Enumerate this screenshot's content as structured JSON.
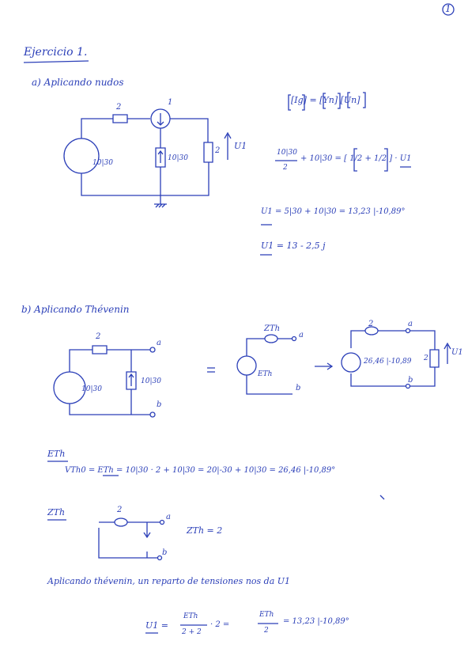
{
  "page": {
    "number": "1"
  },
  "heading": "Ejercicio 1.",
  "part_a": {
    "title": "a) Aplicando nudos",
    "circuit": {
      "r_series": "2",
      "node": "1",
      "source": "10|30",
      "current_source": "10|30",
      "r_shunt": "2",
      "voltage": "U1"
    },
    "matrix_eq": "[Ig] = [Yn] [Un]",
    "eq1_num": "10|30",
    "eq1_den": "2",
    "eq1_rest": "+ 10|30  =  [ 1/2 + 1/2 ] · U1",
    "eq2": "U1 = 5|30 + 10|30 = 13,23 |-10,89°",
    "eq3": "U1 = 13 - 2,5 j"
  },
  "part_b": {
    "title": "b) Aplicando Thévenin",
    "circuit": {
      "r_series": "2",
      "source": "10|30",
      "current_source": "10|30",
      "a": "a",
      "b": "b"
    },
    "equals": "=",
    "thev1": {
      "z": "ZTh",
      "e": "ETh",
      "a": "a",
      "b": "b"
    },
    "arrow": "→",
    "thev2": {
      "r_top": "2",
      "e": "26,46 |-10,89",
      "r_load": "2",
      "voltage": "U1",
      "a": "a",
      "b": "b"
    },
    "eth_label": "ETh",
    "eth_eq": "VTh0 = ETh = 10|30 · 2 + 10|30 = 20|-30 + 10|30 = 26,46 |-10,89°",
    "zth_label": "ZTh",
    "zth_circ": {
      "r": "2",
      "a": "a",
      "b": "b"
    },
    "zth_eq": "ZTh = 2",
    "conclusion": "Aplicando thévenin, un reparto de tensiones nos da U1",
    "final_lhs": "U1 =",
    "final_frac1_num": "ETh",
    "final_frac1_den": "2 + 2",
    "final_mid": "· 2  =",
    "final_frac2_num": "ETh",
    "final_frac2_den": "2",
    "final_rhs": "= 13,23 |-10,89°"
  }
}
